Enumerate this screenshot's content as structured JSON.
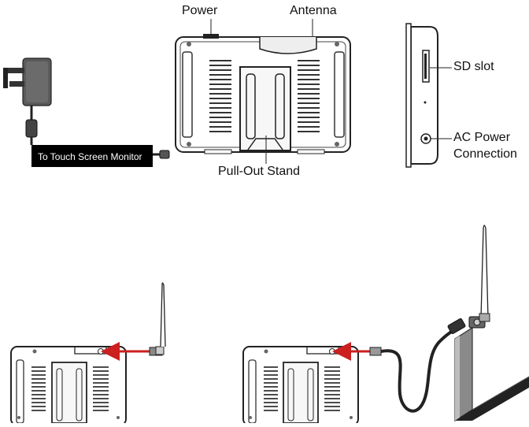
{
  "labels": {
    "power": "Power",
    "antenna": "Antenna",
    "sd_slot": "SD slot",
    "ac_power_line1": "AC Power",
    "ac_power_line2": "Connection",
    "pull_out_stand": "Pull-Out Stand",
    "cable_tag": "To Touch Screen Monitor"
  },
  "colors": {
    "line": "#222222",
    "arrow": "#cc1f1f",
    "tag_bg": "#000000",
    "tag_text": "#ffffff"
  }
}
